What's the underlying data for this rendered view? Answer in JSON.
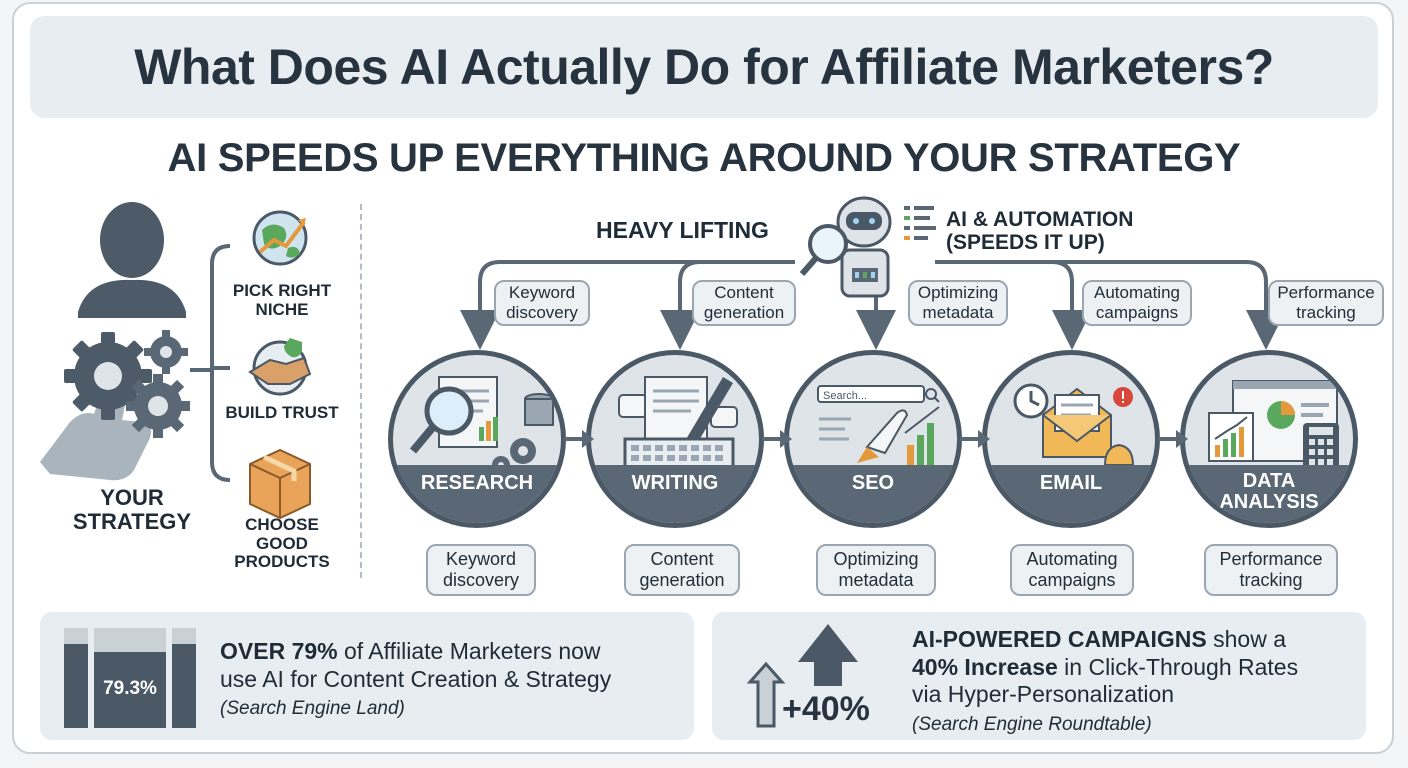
{
  "header": {
    "title": "What Does AI Actually Do for Affiliate Marketers?",
    "subtitle": "AI SPEEDS UP EVERYTHING AROUND YOUR STRATEGY"
  },
  "strategy": {
    "label_line1": "YOUR",
    "label_line2": "STRATEGY",
    "items": [
      {
        "line1": "PICK RIGHT",
        "line2": "NICHE",
        "line3": ""
      },
      {
        "line1": "BUILD TRUST",
        "line2": "",
        "line3": ""
      },
      {
        "line1": "CHOOSE",
        "line2": "GOOD",
        "line3": "PRODUCTS"
      }
    ]
  },
  "automation": {
    "heavy_lifting": "HEAVY LIFTING",
    "ai_line1": "AI & AUTOMATION",
    "ai_line2": "(SPEEDS IT UP)"
  },
  "stages": [
    {
      "name": "RESEARCH",
      "name2": "",
      "top_line1": "Keyword",
      "top_line2": "discovery",
      "bottom_line1": "Keyword",
      "bottom_line2": "discovery"
    },
    {
      "name": "WRITING",
      "name2": "",
      "top_line1": "Content",
      "top_line2": "generation",
      "bottom_line1": "Content",
      "bottom_line2": "generation"
    },
    {
      "name": "SEO",
      "name2": "",
      "top_line1": "Optimizing",
      "top_line2": "metadata",
      "bottom_line1": "Optimizing",
      "bottom_line2": "metadata"
    },
    {
      "name": "EMAIL",
      "name2": "",
      "top_line1": "Automating",
      "top_line2": "campaigns",
      "bottom_line1": "Automating",
      "bottom_line2": "campaigns"
    },
    {
      "name": "DATA",
      "name2": "ANALYSIS",
      "top_line1": "Performance",
      "top_line2": "tracking",
      "bottom_line1": "Performance",
      "bottom_line2": "tracking"
    }
  ],
  "seo_search_placeholder": "Search...",
  "stats": [
    {
      "badge": "79.3%",
      "bold": "OVER 79%",
      "rest1": " of Affiliate Marketers now",
      "line2": "use AI for Content Creation & Strategy",
      "source": "(Search Engine Land)"
    },
    {
      "badge": "+40%",
      "bold1": "AI-POWERED CAMPAIGNS",
      "rest1": " show a",
      "bold2": "40% Increase",
      "rest2": " in Click-Through Rates",
      "line3": "via Hyper-Personalization",
      "source": "(Search Engine Roundtable)"
    }
  ],
  "colors": {
    "dark": "#4b5866",
    "accent_green": "#5aa85e",
    "accent_orange": "#e49a3c",
    "accent_red": "#d9473a",
    "panel": "#e8edf1"
  }
}
